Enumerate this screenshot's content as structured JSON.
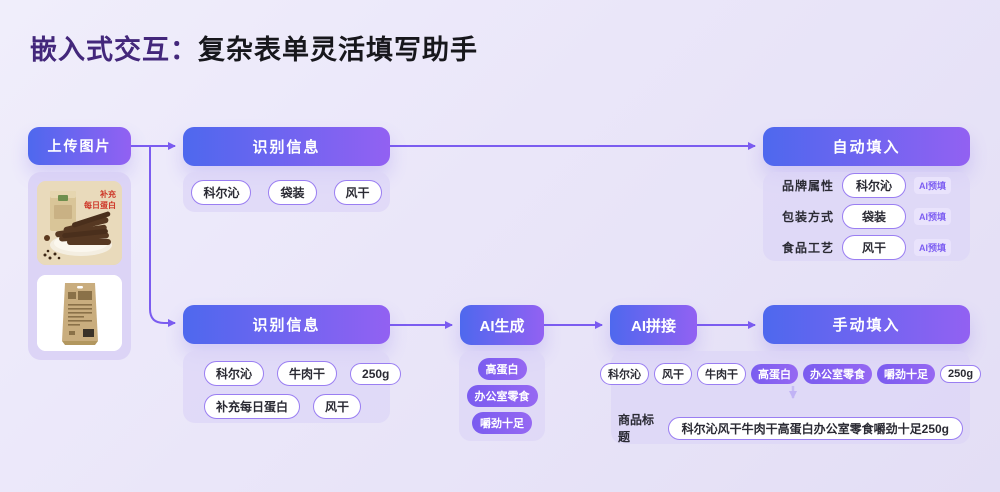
{
  "title": {
    "prefix": "嵌入式交互：",
    "main": "复杂表单灵活填写助手"
  },
  "upload": {
    "button": "上传图片",
    "image1": {
      "caption_line1": "补充",
      "caption_line2": "每日蛋白"
    }
  },
  "top_flow": {
    "recognize_label": "识别信息",
    "tags": [
      "科尔沁",
      "袋装",
      "风干"
    ],
    "autofill_label": "自动填入",
    "badge": "AI预填",
    "fields": [
      {
        "label": "品牌属性",
        "value": "科尔沁"
      },
      {
        "label": "包装方式",
        "value": "袋装"
      },
      {
        "label": "食品工艺",
        "value": "风干"
      }
    ]
  },
  "bottom_flow": {
    "recognize_label": "识别信息",
    "tags_row1": [
      "科尔沁",
      "牛肉干",
      "250g"
    ],
    "tags_row2": [
      "补充每日蛋白",
      "风干"
    ],
    "generate_label": "AI生成",
    "generate_tags": [
      "高蛋白",
      "办公室零食",
      "嚼劲十足"
    ],
    "splice_label": "AI拼接",
    "manual_label": "手动填入",
    "merged_tags": [
      "科尔沁",
      "风干",
      "牛肉干",
      "高蛋白",
      "办公室零食",
      "嚼劲十足",
      "250g"
    ],
    "title_field": {
      "label": "商品标题",
      "value": "科尔沁风干牛肉干高蛋白办公室零食嚼劲十足250g"
    }
  },
  "colors": {
    "accent_blue": "#4e68ee",
    "accent_purple": "#9261f2",
    "arrow": "#7b5cf0"
  }
}
